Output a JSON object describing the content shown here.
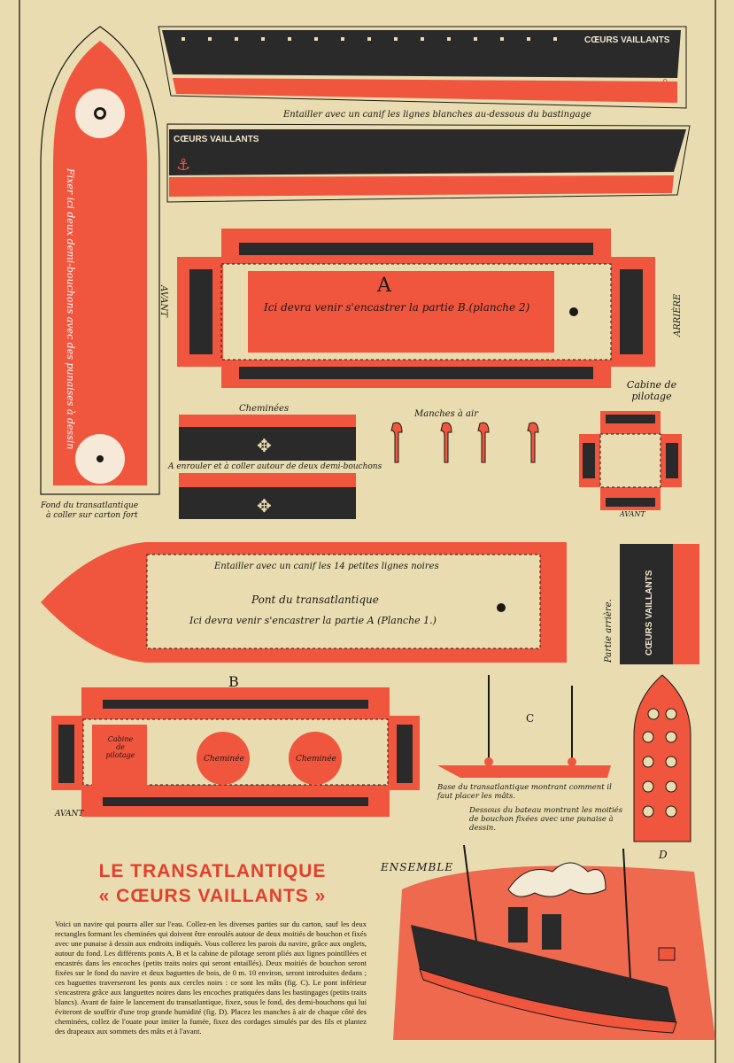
{
  "hull_brand": "CŒURS VAILLANTS",
  "notes": {
    "cut_bulwark": "Entailler avec un canif les lignes blanches au-dessous du bastingage",
    "bottom_fix": "Fixer ici deux demi-bouchons avec des punaises à dessin",
    "bottom_label": "Fond du transatlantique",
    "bottom_label2": "à coller sur carton fort",
    "part_a_letter": "A",
    "part_a_text": "Ici devra venir s'encastrer la partie B.(planche 2)",
    "avant": "AVANT",
    "arriere": "ARRIÈRE",
    "cheminees": "Cheminées",
    "roll_text": "A enrouler et à coller autour de deux demi-bouchons",
    "manches": "Manches à air",
    "cabine_pilotage": "Cabine de pilotage",
    "deck_cut": "Entailler avec un canif les 14 petites lignes noires",
    "deck_title": "Pont du transatlantique",
    "deck_text": "Ici devra venir s'encastrer la partie A (Planche 1.)",
    "partie_arriere": "Partie arrière.",
    "part_b_letter": "B",
    "cabine_small": "Cabine de pilotage",
    "cheminee": "Cheminée",
    "c_letter": "C",
    "base_caption": "Base du transatlantique montrant comment il faut placer les mâts.",
    "dessous_caption": "Dessous du bateau montrant les moitiés de bouchon fixées avec une punaise à dessin.",
    "d_letter": "D",
    "ensemble": "ENSEMBLE"
  },
  "article": {
    "title_line1": "LE TRANSATLANTIQUE",
    "title_line2": "« CŒURS VAILLANTS »",
    "body": "Voici un navire qui pourra aller sur l'eau. Collez-en les diverses parties sur du carton, sauf les deux rectangles formant les cheminées qui doivent être enroulés autour de deux moitiés de bouchon et fixés avec une punaise à dessin aux endroits indiqués. Vous collerez les parois du navire, grâce aux onglets, autour du fond. Les différents ponts A, B et la cabine de pilotage seront pliés aux lignes pointillées et encastrés dans les encoches (petits traits noirs qui seront entaillés). Deux moitiés de bouchon seront fixées sur le fond du navire et deux baguettes de bois, de 0 m. 10 environ, seront introduites dedans ; ces baguettes traverseront les ponts aux cercles noirs : ce sont les mâts (fig. C). Le pont inférieur s'encastrera grâce aux languettes noires dans les encoches pratiquées dans les bastingages (petits traits blancs). Avant de faire le lancement du transatlantique, fixez, sous le fond, des demi-bouchons qui lui éviteront de souffrir d'une trop grande humidité (fig. D). Placez les manches à air de chaque côté des cheminées, collez de l'ouate pour imiter la fumée, fixez des cordages simulés par des fils et plantez des drapeaux aux sommets des mâts et à l'avant."
  },
  "colors": {
    "red": "#f0553e",
    "dark": "#2a2a2a",
    "paper": "#e8dcb0"
  }
}
